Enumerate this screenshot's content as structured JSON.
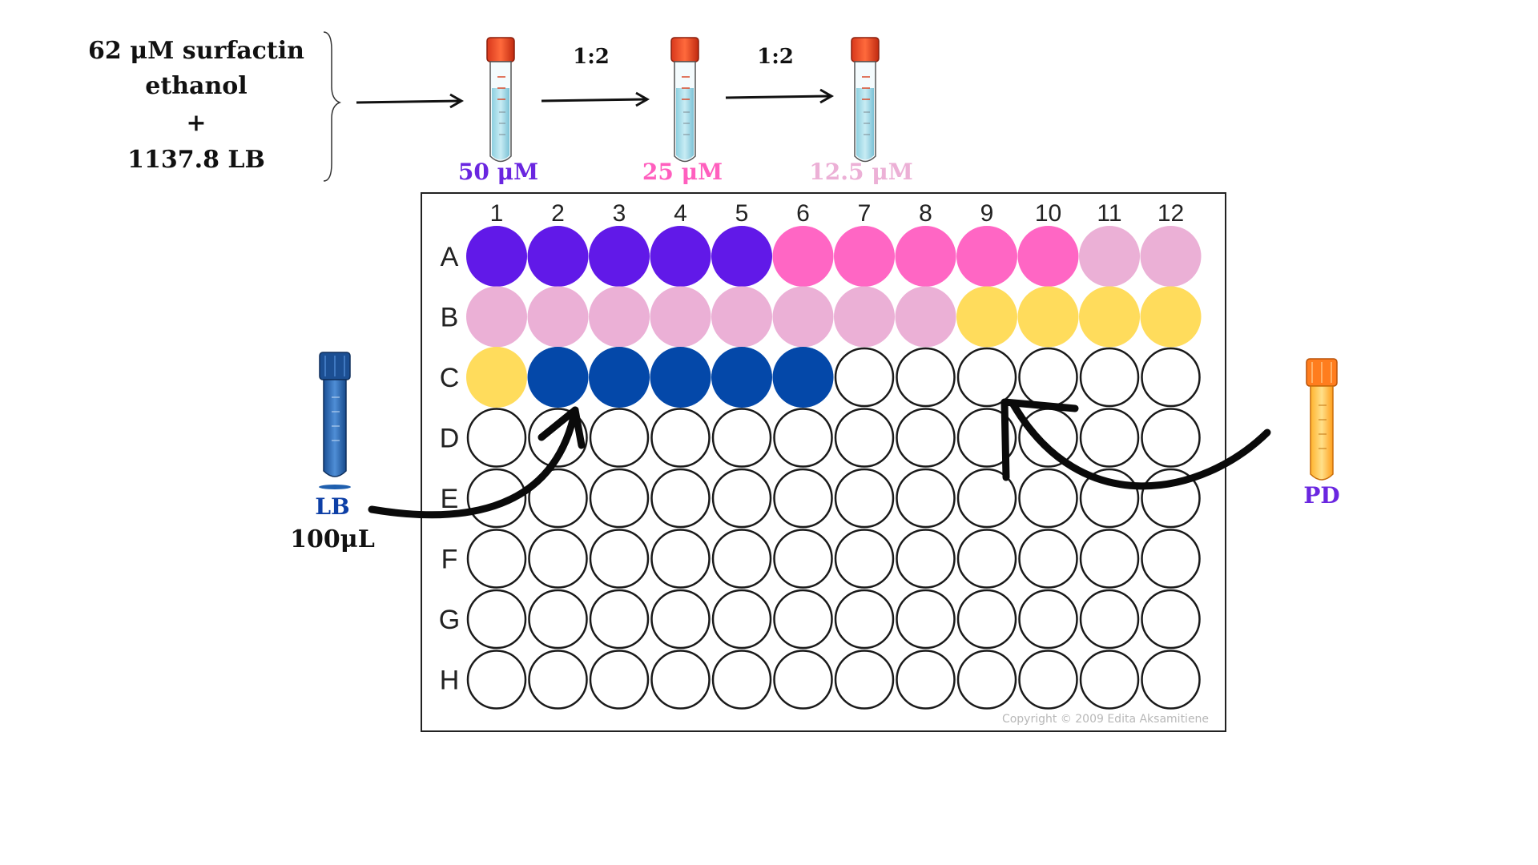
{
  "stock": {
    "line1": "62 μM surfactin",
    "line2": "ethanol",
    "plus": "+",
    "line3": "1137.8 LB"
  },
  "dilution": {
    "ratio_1": "1:2",
    "ratio_2": "1:2",
    "tubes": [
      {
        "label": "50 μM",
        "color": "#6a26e0"
      },
      {
        "label": "25 μM",
        "color": "#ff5fbe"
      },
      {
        "label": "12.5 μM",
        "color": "#ecb0d6"
      }
    ]
  },
  "plate": {
    "columns": [
      "1",
      "2",
      "3",
      "4",
      "5",
      "6",
      "7",
      "8",
      "9",
      "10",
      "11",
      "12"
    ],
    "rows": [
      "A",
      "B",
      "C",
      "D",
      "E",
      "F",
      "G",
      "H"
    ],
    "copyright": "Copyright © 2009 Edita Aksamitiene",
    "well_colors": {
      "purple": "#6119e8",
      "pink": "#ff66c4",
      "light_pink": "#ebb0d6",
      "yellow": "#ffdc5c",
      "blue": "#0448a9",
      "empty": "#ffffff"
    },
    "filled_wells": [
      {
        "row": "A",
        "cols": [
          1,
          2,
          3,
          4,
          5
        ],
        "color": "purple"
      },
      {
        "row": "A",
        "cols": [
          6,
          7,
          8,
          9,
          10
        ],
        "color": "pink"
      },
      {
        "row": "A",
        "cols": [
          11,
          12
        ],
        "color": "light_pink"
      },
      {
        "row": "B",
        "cols": [
          1,
          2,
          3,
          4,
          5,
          6,
          7,
          8
        ],
        "color": "light_pink"
      },
      {
        "row": "B",
        "cols": [
          9,
          10,
          11,
          12
        ],
        "color": "yellow"
      },
      {
        "row": "C",
        "cols": [
          1
        ],
        "color": "yellow"
      },
      {
        "row": "C",
        "cols": [
          2,
          3,
          4,
          5,
          6
        ],
        "color": "blue"
      }
    ]
  },
  "lb_tube": {
    "label": "LB",
    "volume": "100μL",
    "color": "#1f5fae"
  },
  "pd_tube": {
    "label": "PD",
    "color": "#ff9a28"
  }
}
